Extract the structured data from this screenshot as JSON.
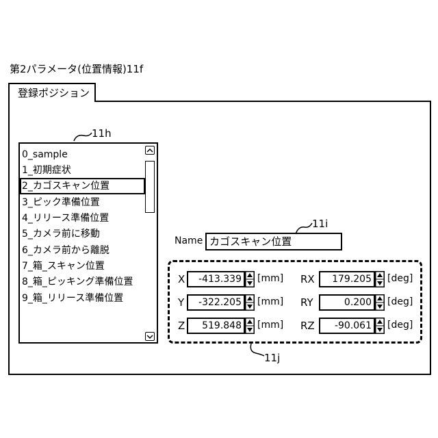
{
  "figure_title": "第2パラメータ(位置情報)11f",
  "tab_label": "登録ポジション",
  "list": {
    "ref_label": "11h",
    "items": [
      "0_sample",
      "1_初期症状",
      "2_カゴスキャン位置",
      "3_ピック準備位置",
      "4_リリース準備位置",
      "5_カメラ前に移動",
      "6_カメラ前から離脱",
      "7_箱_スキャン位置",
      "8_箱_ピッキング準備位置",
      "9_箱_リリース準備位置"
    ],
    "selected_index": 2
  },
  "name": {
    "label": "Name",
    "value": "カゴスキャン位置",
    "ref_label": "11i"
  },
  "coordinates": {
    "ref_label": "11j",
    "x": {
      "label": "X",
      "value": "-413.339",
      "unit": "[mm]"
    },
    "y": {
      "label": "Y",
      "value": "-322.205",
      "unit": "[mm]"
    },
    "z": {
      "label": "Z",
      "value": "519.848",
      "unit": "[mm]"
    },
    "rx": {
      "label": "RX",
      "value": "179.205",
      "unit": "[deg]"
    },
    "ry": {
      "label": "RY",
      "value": "0.200",
      "unit": "[deg]"
    },
    "rz": {
      "label": "RZ",
      "value": "-90.061",
      "unit": "[deg]"
    }
  }
}
